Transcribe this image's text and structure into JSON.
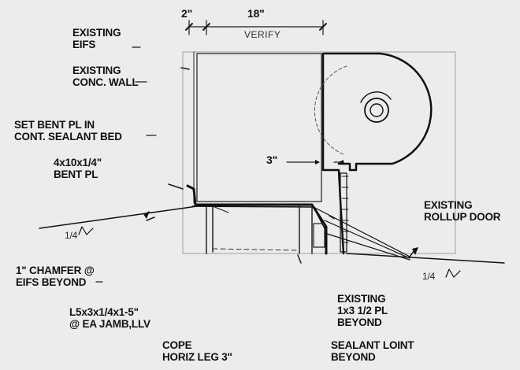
{
  "dimensions": {
    "left_width": "2\"",
    "main_width": "18\"",
    "verify_note": "VERIFY",
    "gap": "3\""
  },
  "callouts": {
    "existing_eifs": [
      "EXISTING",
      "EIFS"
    ],
    "existing_conc_wall": [
      "EXISTING",
      "CONC. WALL"
    ],
    "set_bent_pl": [
      "SET BENT PL IN",
      "CONT. SEALANT BED"
    ],
    "bent_pl": [
      "4x10x1/4\"",
      "BENT PL"
    ],
    "existing_rollup_door": [
      "EXISTING",
      "ROLLUP DOOR"
    ],
    "chamfer": [
      "1\" CHAMFER @",
      "EIFS BEYOND"
    ],
    "angle": [
      "L5x3x1/4x1-5\"",
      "@ EA JAMB,LLV"
    ],
    "cope": [
      "COPE",
      "HORIZ LEG 3\""
    ],
    "existing_pl": [
      "EXISTING",
      "1x3 1/2 PL",
      "BEYOND"
    ],
    "sealant_joint": [
      "SEALANT LOINT",
      "BEYOND"
    ]
  },
  "slopes": {
    "left": "1/4",
    "right": "1/4"
  }
}
